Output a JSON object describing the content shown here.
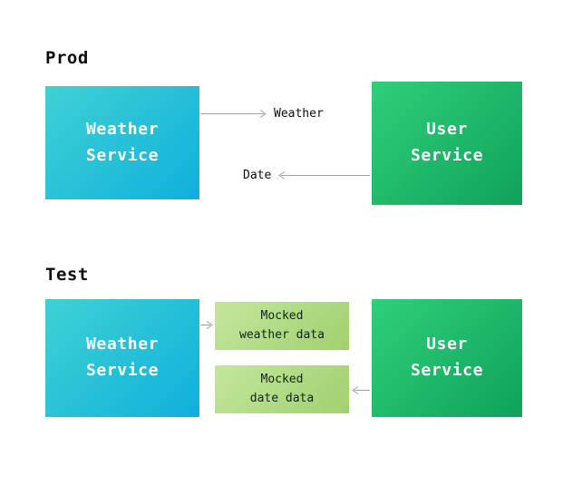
{
  "colors": {
    "cyan_light": "#3fd1d4",
    "cyan_dark": "#0fb0dc",
    "green_light": "#2fcf7a",
    "green_dark": "#0fa25a",
    "lime_light": "#c3e79c",
    "lime_dark": "#a0d06e",
    "arrow": "#9aa0a6",
    "title_text": "#0d0d0d",
    "box_text": "#ffffff",
    "mock_text": "#112318"
  },
  "prod": {
    "title": "Prod",
    "weather_box": "Weather\nService",
    "user_box": "User\nService",
    "weather_label": "Weather",
    "date_label": "Date"
  },
  "test": {
    "title": "Test",
    "weather_box": "Weather\nService",
    "user_box": "User\nService",
    "mocked_weather_box": "Mocked\nweather data",
    "mocked_date_box": "Mocked\ndate data"
  }
}
